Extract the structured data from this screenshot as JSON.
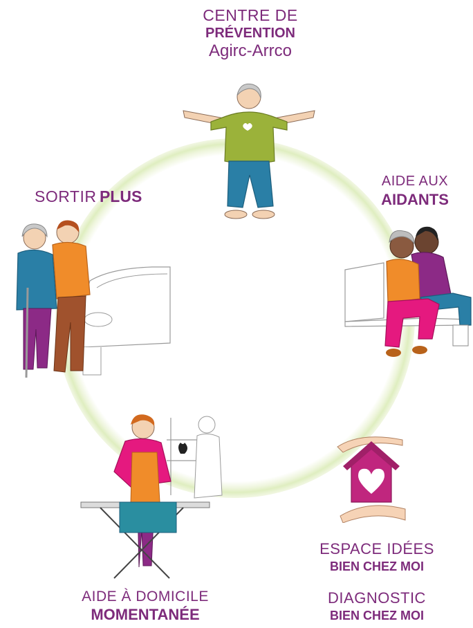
{
  "labels": {
    "top": {
      "line1": "CENTRE DE",
      "line2": "PRÉVENTION",
      "line3": "Agirc-Arrco"
    },
    "right": {
      "line1": "AIDE AUX",
      "line2": "AIDANTS"
    },
    "left": {
      "thin": "SORTIR",
      "bold": "PLUS"
    },
    "bottom_left": {
      "line1": "AIDE À DOMICILE",
      "line2": "MOMENTANÉE"
    },
    "bottom_right_1": {
      "line1": "ESPACE IDÉES",
      "line2": "BIEN CHEZ MOI"
    },
    "bottom_right_2": {
      "line1": "DIAGNOSTIC",
      "line2": "BIEN CHEZ MOI"
    }
  },
  "colors": {
    "purple": "#7d2b7b",
    "ring_green": "#dfeec0",
    "shirt_green": "#9bb23a",
    "pants_teal": "#2a7fa6",
    "orange": "#f08c2a",
    "pink": "#e5197f",
    "magenta": "#c0267e"
  },
  "illustrations": [
    "woman-stretching-icon",
    "caregivers-couple-icon",
    "elderly-couple-car-icon",
    "woman-ironing-icon",
    "house-hands-heart-icon"
  ]
}
